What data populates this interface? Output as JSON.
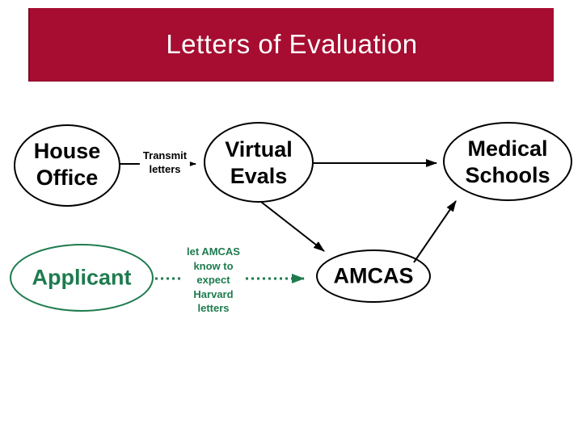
{
  "slide": {
    "title": "Letters of Evaluation",
    "banner_color": "#a60d31",
    "title_color": "#ffffff",
    "background_color": "#ffffff"
  },
  "diagram": {
    "accent_black": "#000000",
    "accent_green": "#1e7b4e",
    "nodes": [
      {
        "id": "house-office",
        "label": "House\nOffice",
        "shape": "ellipse",
        "color": "#000000"
      },
      {
        "id": "virtual-evals",
        "label": "Virtual\nEvals",
        "shape": "ellipse",
        "color": "#000000"
      },
      {
        "id": "medical-schools",
        "label": "Medical\nSchools",
        "shape": "ellipse",
        "color": "#000000"
      },
      {
        "id": "amcas",
        "label": "AMCAS",
        "shape": "ellipse",
        "color": "#000000"
      },
      {
        "id": "applicant",
        "label": "Applicant",
        "shape": "ellipse",
        "color": "#1e7b4e"
      }
    ],
    "edges": [
      {
        "from": "house-office",
        "to": "virtual-evals",
        "label": "Transmit\nletters",
        "style": "solid",
        "color": "#000000"
      },
      {
        "from": "virtual-evals",
        "to": "medical-schools",
        "label": "",
        "style": "solid",
        "color": "#000000"
      },
      {
        "from": "virtual-evals",
        "to": "amcas",
        "label": "",
        "style": "solid",
        "color": "#000000"
      },
      {
        "from": "amcas",
        "to": "medical-schools",
        "label": "",
        "style": "solid",
        "color": "#000000"
      },
      {
        "from": "applicant",
        "to": "amcas",
        "label": "let AMCAS\nknow to\nexpect\nHarvard\nletters",
        "style": "dotted",
        "color": "#1e7b4e"
      }
    ]
  }
}
